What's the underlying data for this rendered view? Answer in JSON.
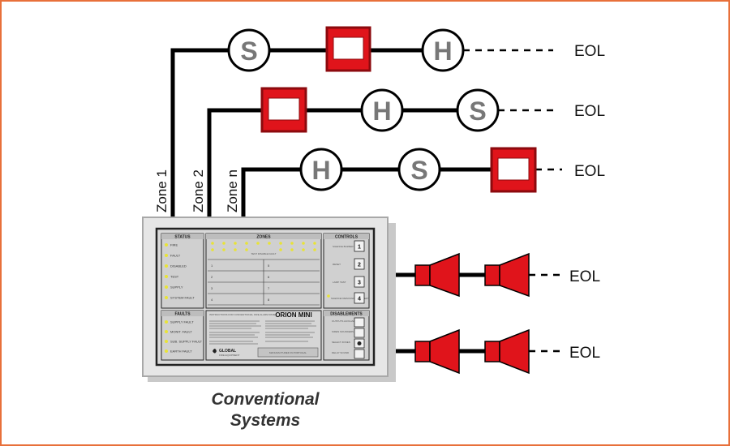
{
  "colors": {
    "frame": "#e8703a",
    "wire": "#000000",
    "device_red": "#e0141b",
    "device_dark_red": "#8c0a0e",
    "detector_letter": "#777777",
    "panel_face": "#d9d9d9",
    "led_yellow": "#e8e337"
  },
  "legend": {
    "smoke_letter": "S",
    "heat_letter": "H",
    "eol_label": "EOL"
  },
  "zones": [
    {
      "label": "Zone 1",
      "devices": [
        "S",
        "call-point",
        "H"
      ]
    },
    {
      "label": "Zone 2",
      "devices": [
        "call-point",
        "H",
        "S"
      ]
    },
    {
      "label": "Zone n",
      "devices": [
        "H",
        "S",
        "call-point"
      ]
    }
  ],
  "sounder_circuits": [
    {
      "devices": [
        "sounder",
        "sounder"
      ]
    },
    {
      "devices": [
        "sounder",
        "sounder"
      ]
    }
  ],
  "panel": {
    "sections": {
      "status": "STATUS",
      "zones": "ZONES",
      "controls": "CONTROLS",
      "faults": "FAULTS",
      "disablements": "DISABLEMENTS"
    },
    "status_items": [
      "FIRE",
      "FAULT",
      "DISABLED",
      "TEST",
      "SUPPLY",
      "SYSTEM FAULT"
    ],
    "fault_items": [
      "SUPPLY FAULT",
      "MONIT. FAULT",
      "SUB. SUPPLY FAULT",
      "EARTH FAULT"
    ],
    "zone_numbers": [
      "1",
      "5",
      "2",
      "6",
      "3",
      "7",
      "4",
      "8"
    ],
    "zone_status_text": "TEST DISABLE FAULT",
    "control_items": [
      {
        "label": "SILENCE BUZZER",
        "key": "1"
      },
      {
        "label": "RESET",
        "key": "2"
      },
      {
        "label": "LAMP TEST",
        "key": "3"
      },
      {
        "label": "SILENCE/ RESOUND SOUNDERS",
        "key": "4"
      }
    ],
    "disablement_items": [
      "OUTPUTS AUXILIARY",
      "SIREN SOUNDERS",
      "SELECT ZONES",
      "DELAY SOUND"
    ],
    "instructions_title": "INSTRUCTIONS FOR CONVENTIONAL FIRE ALARM PANEL",
    "model_name": "ORION MINI",
    "brand_name": "GLOBAL",
    "brand_sub": "FIRE EQUIPMENT",
    "footer_text": "MANUFACTURED IN PORTUGAL"
  },
  "caption": {
    "line1": "Conventional",
    "line2": "Systems"
  }
}
